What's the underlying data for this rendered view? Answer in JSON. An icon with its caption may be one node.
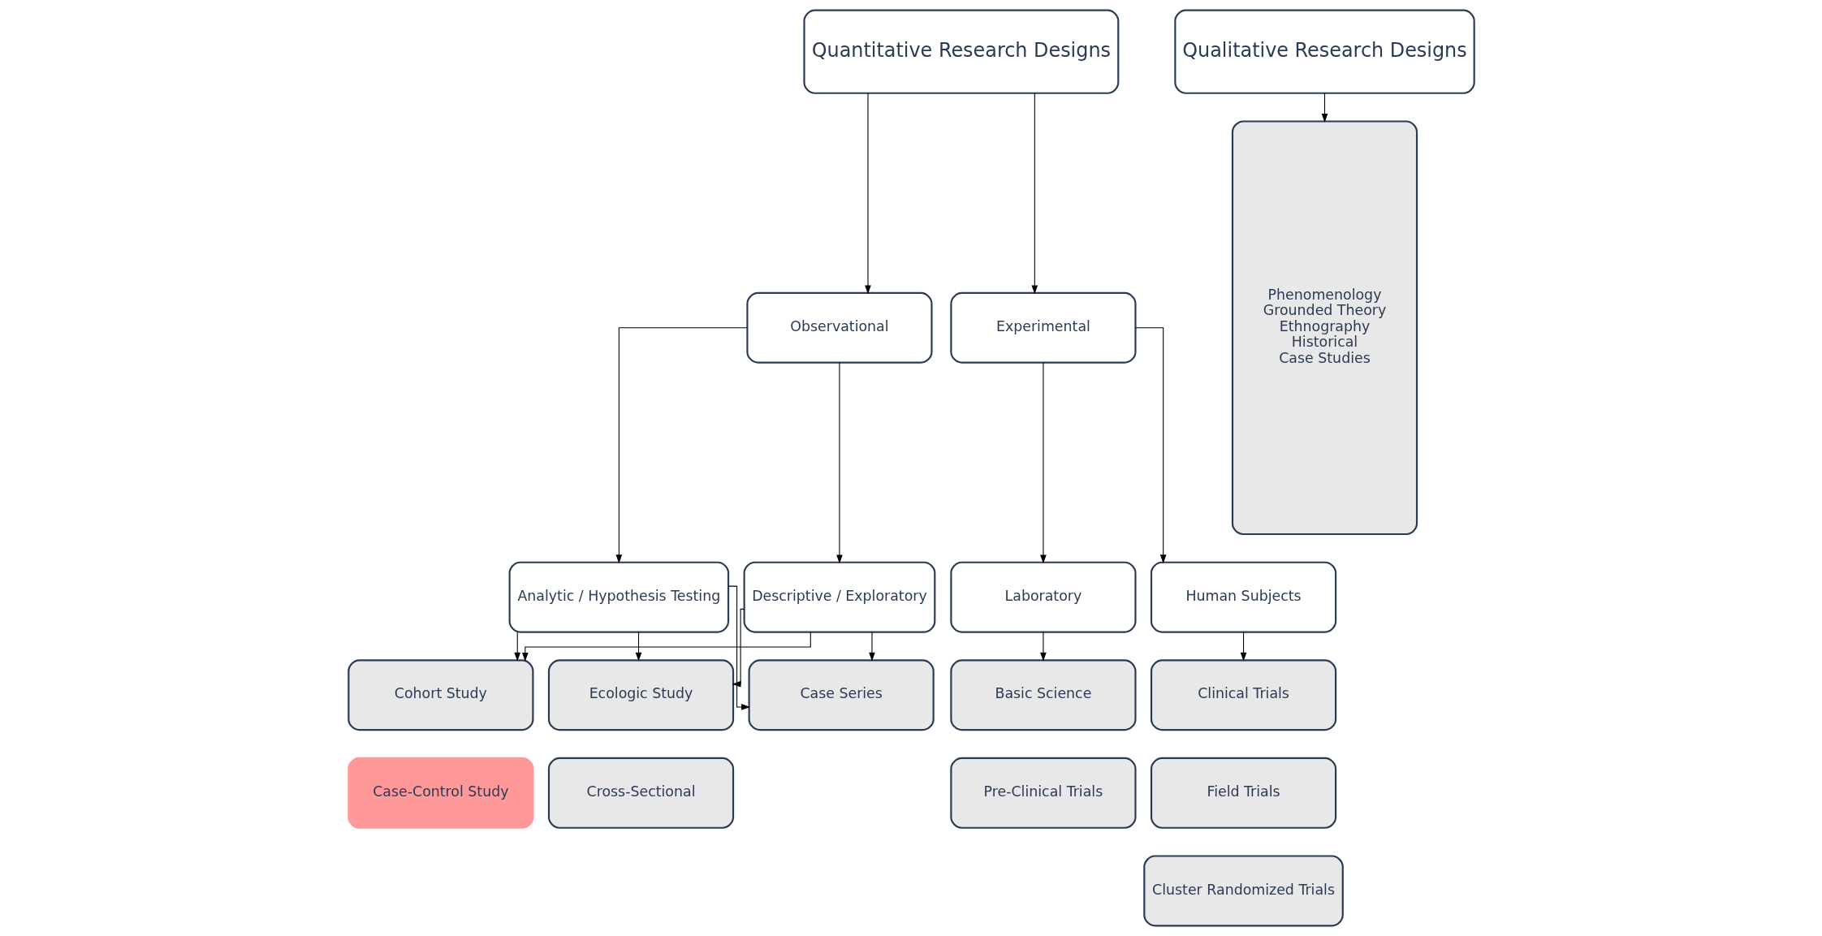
{
  "diagram": {
    "nodes": [
      {
        "text": [
          "Quantitative Research Designs"
        ]
      },
      {
        "text": [
          "Observational"
        ]
      },
      {
        "text": [
          "Experimental"
        ]
      },
      {
        "text": [
          "Analytic / Hypothesis Testing"
        ]
      },
      {
        "text": [
          "Descriptive / Exploratory"
        ]
      },
      {
        "text": [
          "Laboratory"
        ]
      },
      {
        "text": [
          "Human Subjects"
        ]
      },
      {
        "text": [
          "Cohort Study"
        ]
      },
      {
        "text": [
          "Ecologic Study"
        ]
      },
      {
        "text": [
          "Case Series"
        ]
      },
      {
        "text": [
          "Case-Control Study"
        ]
      },
      {
        "text": [
          "Cross-Sectional"
        ]
      },
      {
        "text": [
          "Basic Science"
        ]
      },
      {
        "text": [
          "Pre-Clinical Trials"
        ]
      },
      {
        "text": [
          "Clinical Trials"
        ]
      },
      {
        "text": [
          "Field Trials"
        ]
      },
      {
        "text": [
          "Cluster Randomized Trials"
        ]
      },
      {
        "text": [
          "Qualitative Research Designs"
        ]
      },
      {
        "text": [
          "Phenomenology",
          "Grounded Theory",
          "Ethnography",
          "Historical",
          "Case Studies"
        ]
      }
    ],
    "edges": [
      {
        "from": 0,
        "to": 1,
        "arrow": "to"
      },
      {
        "from": 0,
        "to": 2,
        "arrow": "to"
      },
      {
        "from": 1,
        "to": 3,
        "arrow": "to"
      },
      {
        "from": 1,
        "to": 4,
        "arrow": "to"
      },
      {
        "from": 2,
        "to": 5,
        "arrow": "to"
      },
      {
        "from": 2,
        "to": 6,
        "arrow": "to"
      },
      {
        "from": 3,
        "to": 7,
        "arrow": "to"
      },
      {
        "from": 3,
        "to": 8,
        "arrow": "to"
      },
      {
        "from": 3,
        "to": 9,
        "arrow": "to"
      },
      {
        "from": 4,
        "to": 7,
        "arrow": "to"
      },
      {
        "from": 4,
        "to": 8,
        "arrow": "to"
      },
      {
        "from": 4,
        "to": 9,
        "arrow": "to"
      },
      {
        "from": 5,
        "to": 12,
        "arrow": "to"
      },
      {
        "from": 6,
        "to": 14,
        "arrow": "to"
      },
      {
        "from": 17,
        "to": 18,
        "arrow": "to"
      }
    ]
  }
}
